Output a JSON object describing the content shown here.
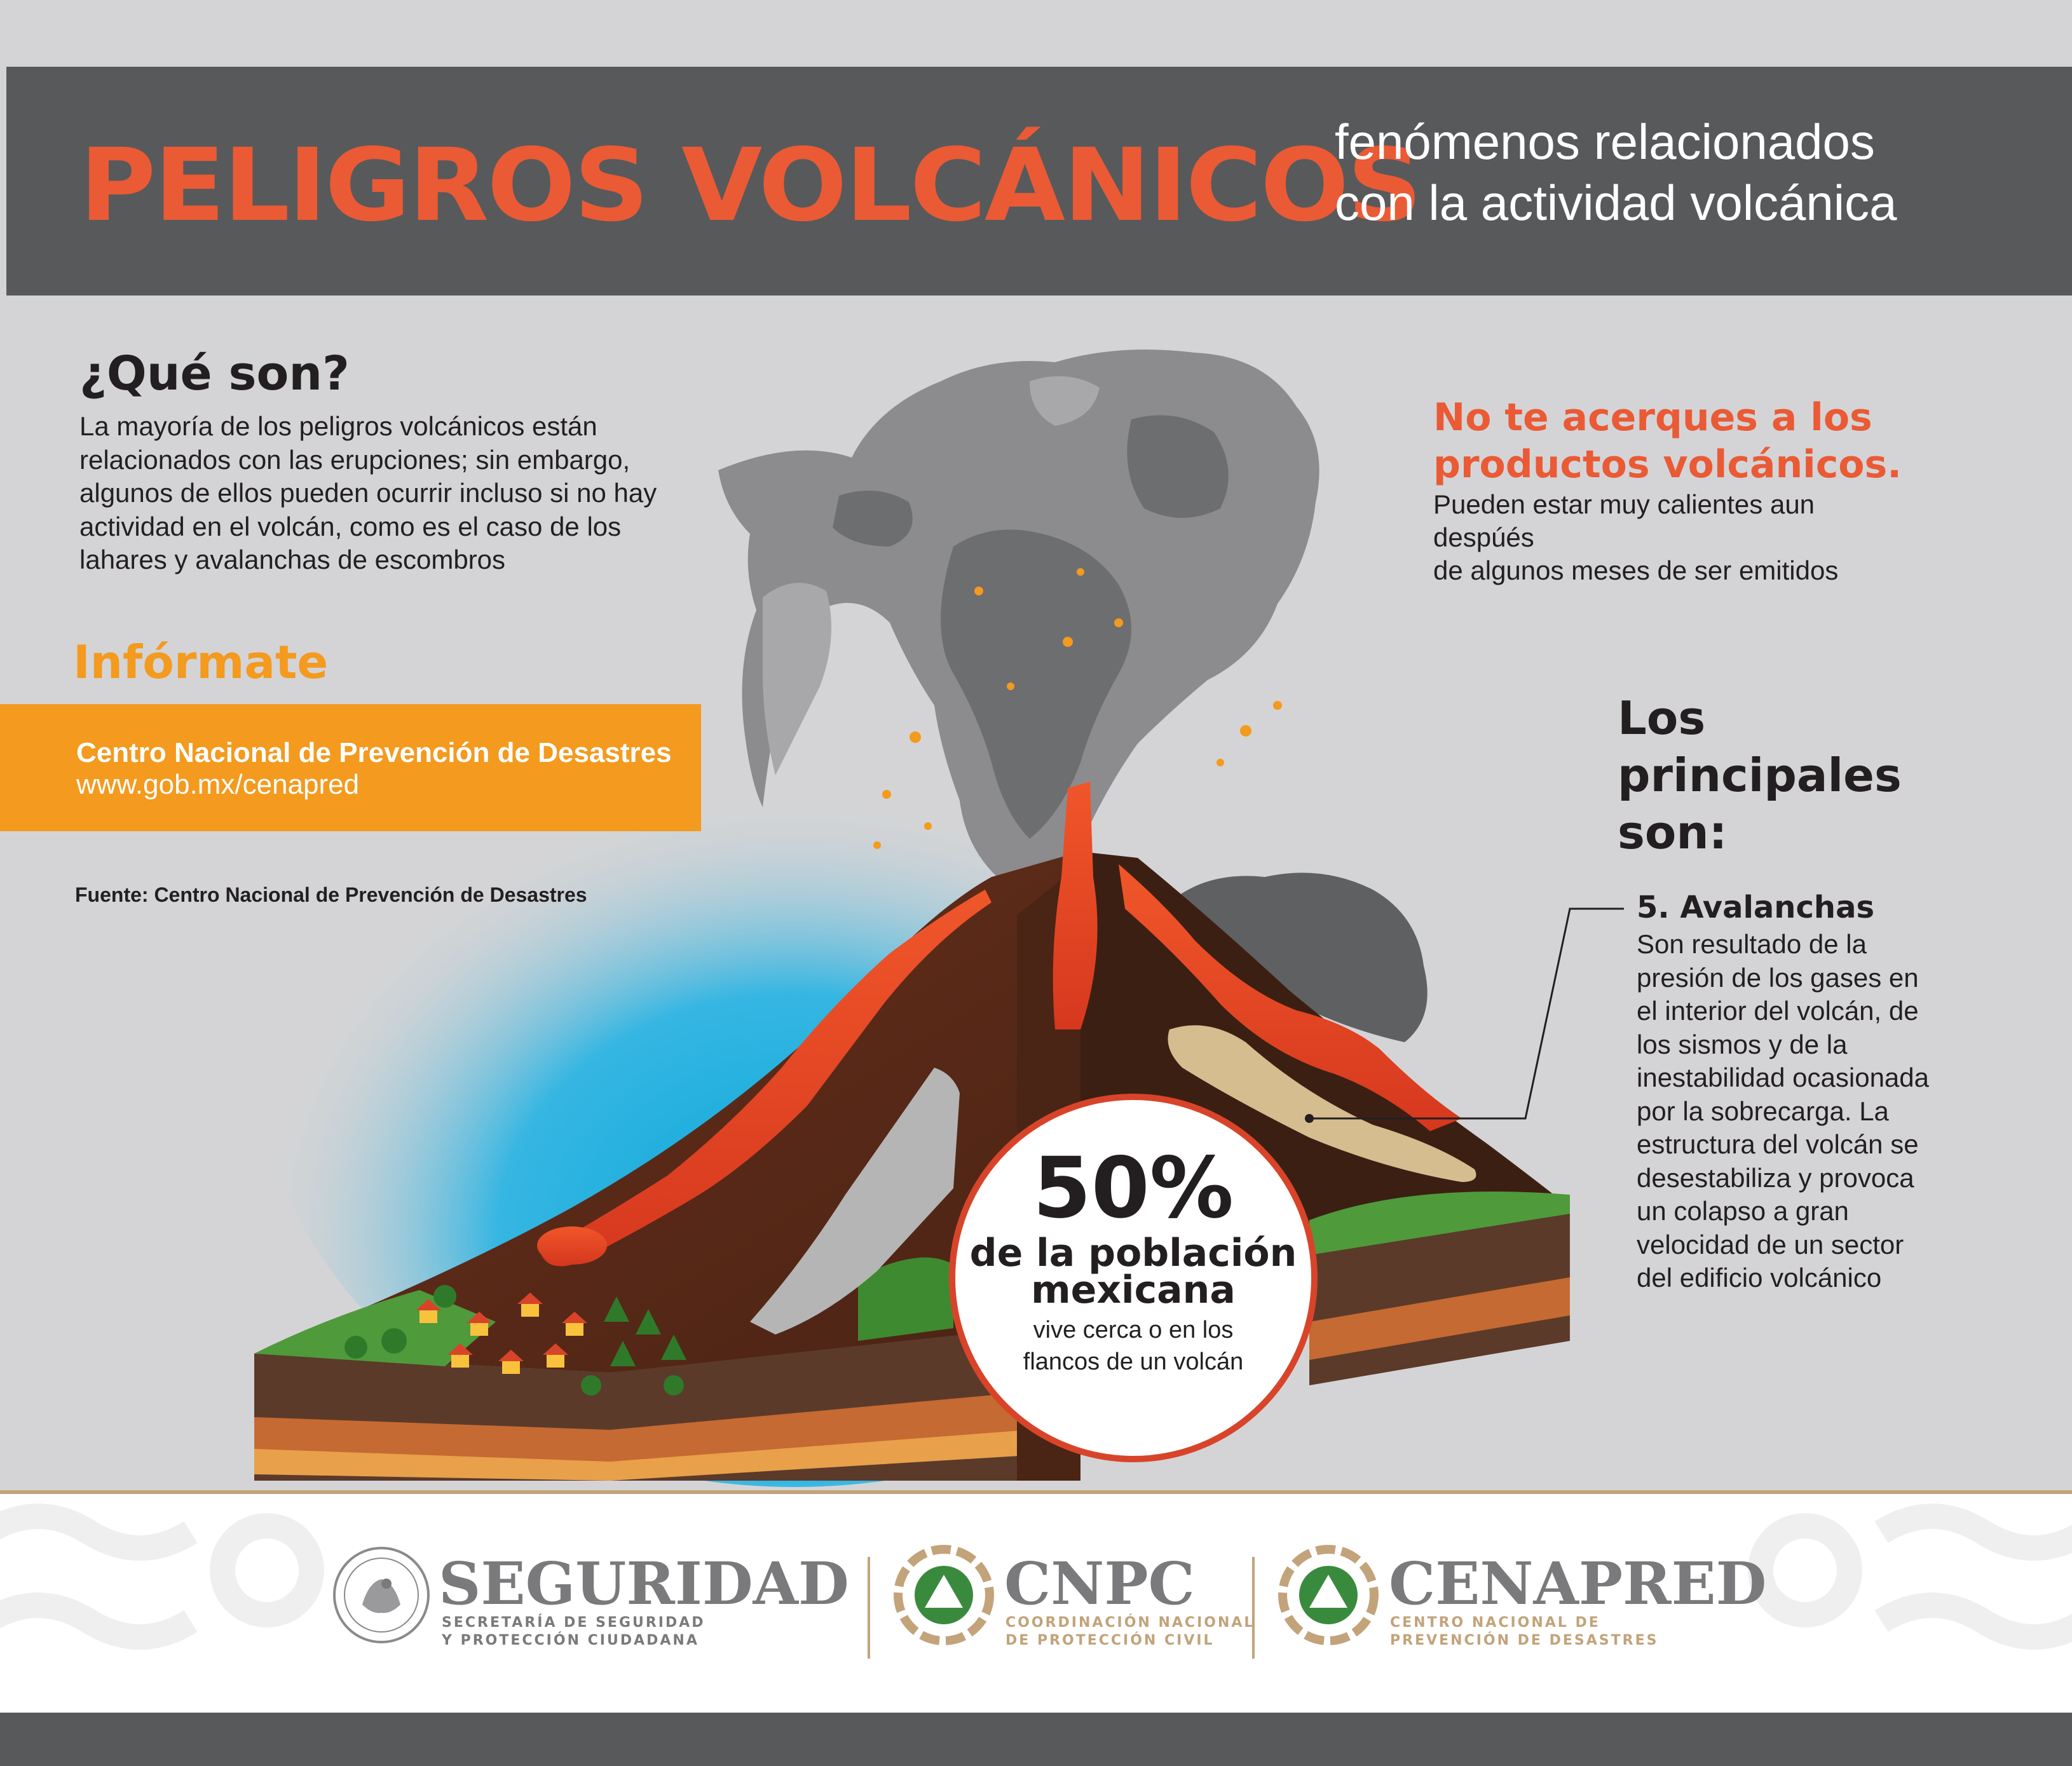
{
  "header": {
    "title": "PELIGROS VOLCÁNICOS",
    "subtitle_line1": "fenómenos relacionados",
    "subtitle_line2": "con la actividad volcánica"
  },
  "what": {
    "heading": "¿Qué son?",
    "lines": [
      "La mayoría de los peligros volcánicos están",
      "relacionados con las erupciones; sin embargo,",
      "algunos de ellos pueden ocurrir incluso si no hay",
      "actividad en el volcán, como es el caso de los",
      "lahares y avalanchas de escombros"
    ]
  },
  "inform": {
    "heading": "Infórmate",
    "org": "Centro Nacional de Prevención de Desastres",
    "url": "www.gob.mx/cenapred"
  },
  "source": "Fuente: Centro Nacional de Prevención de Desastres",
  "warning": {
    "heading_line1": "No te acerques a los",
    "heading_line2": "productos volcánicos.",
    "body_line1": "Pueden estar muy calientes aun despúés",
    "body_line2": "de algunos meses de ser emitidos"
  },
  "main": {
    "heading_lines": [
      "Los",
      "principales",
      "son:"
    ],
    "item_title": "5. Avalanchas",
    "item_lines": [
      "Son resultado de la",
      "presión de los gases en",
      "el interior del volcán, de",
      "los sismos y de la",
      "inestabilidad ocasionada",
      "por la sobrecarga.  La",
      "estructura del volcán se",
      "desestabiliza y provoca",
      "un colapso a gran",
      "velocidad de un sector",
      "del edificio volcánico"
    ]
  },
  "stat": {
    "number": "50%",
    "line1": "de la población",
    "line2": "mexicana",
    "caption_line1": "vive cerca o en los",
    "caption_line2": "flancos de un volcán"
  },
  "footer": {
    "seguridad": {
      "name": "SEGURIDAD",
      "sub_line1": "SECRETARÍA DE SEGURIDAD",
      "sub_line2": "Y PROTECCIÓN CIUDADANA"
    },
    "cnpc": {
      "name": "CNPC",
      "sub_line1": "COORDINACIÓN NACIONAL",
      "sub_line2": "DE PROTECCIÓN CIVIL"
    },
    "cenapred": {
      "name": "CENAPRED",
      "sub_line1": "CENTRO NACIONAL DE",
      "sub_line2": "PREVENCIÓN DE DESASTRES"
    }
  },
  "colors": {
    "accent_red": "#ea5a35",
    "accent_orange": "#f39a1f",
    "header_gray": "#58595b",
    "background": "#d4d4d6",
    "gold": "#c2a37a"
  },
  "icons": [
    "volcano-illustration",
    "mexico-coat-of-arms-seal",
    "cnpc-emblem-icon",
    "cenapred-emblem-icon"
  ]
}
